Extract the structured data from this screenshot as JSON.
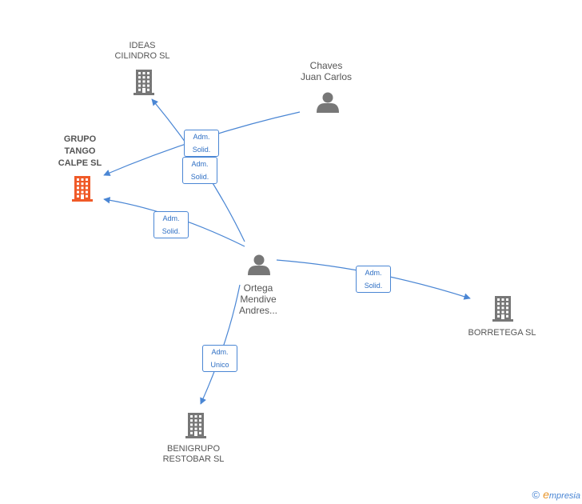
{
  "nodes": {
    "ideas": {
      "label": "IDEAS\nCILINDRO SL",
      "kind": "company"
    },
    "chaves": {
      "label": "Chaves\nJuan Carlos",
      "kind": "person"
    },
    "grupo": {
      "label": "GRUPO\nTANGO\nCALPE SL",
      "kind": "company-focus"
    },
    "ortega": {
      "label": "Ortega\nMendive\nAndres...",
      "kind": "person"
    },
    "borretega": {
      "label": "BORRETEGA SL",
      "kind": "company"
    },
    "benigrupo": {
      "label": "BENIGRUPO\nRESTOBAR SL",
      "kind": "company"
    }
  },
  "edges": [
    {
      "from": "chaves",
      "to": "grupo",
      "label": "Adm.\nSolid."
    },
    {
      "from": "ortega",
      "to": "ideas",
      "label": "Adm.\nSolid."
    },
    {
      "from": "ortega",
      "to": "grupo",
      "label": "Adm.\nSolid."
    },
    {
      "from": "ortega",
      "to": "borretega",
      "label": "Adm.\nSolid."
    },
    {
      "from": "ortega",
      "to": "benigrupo",
      "label": "Adm.\nUnico"
    }
  ],
  "colors": {
    "edge": "#4a86d4",
    "company": "#777777",
    "focus": "#f05a28",
    "person": "#777777"
  },
  "watermark": {
    "symbol": "©",
    "brand_initial": "e",
    "brand_rest": "mpresia"
  }
}
